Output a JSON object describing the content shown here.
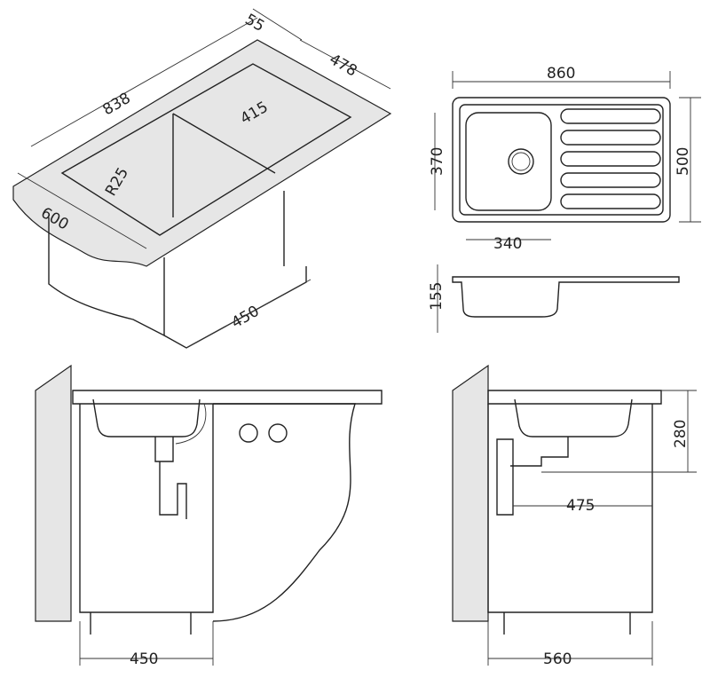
{
  "isometric_view": {
    "dim_lip": "55",
    "dim_depth": "478",
    "dim_length": "838",
    "dim_drainer": "415",
    "dim_radius": "R25",
    "dim_cabinet_width": "600",
    "dim_cabinet_depth": "450"
  },
  "top_view": {
    "dim_length": "860",
    "dim_width": "500",
    "dim_bowl_depth": "370",
    "dim_bowl_width": "340"
  },
  "side_view": {
    "dim_bowl_height": "155"
  },
  "front_view": {
    "dim_cabinet": "450"
  },
  "section_view": {
    "dim_height": "280",
    "dim_outlet": "475",
    "dim_cabinet": "560"
  }
}
